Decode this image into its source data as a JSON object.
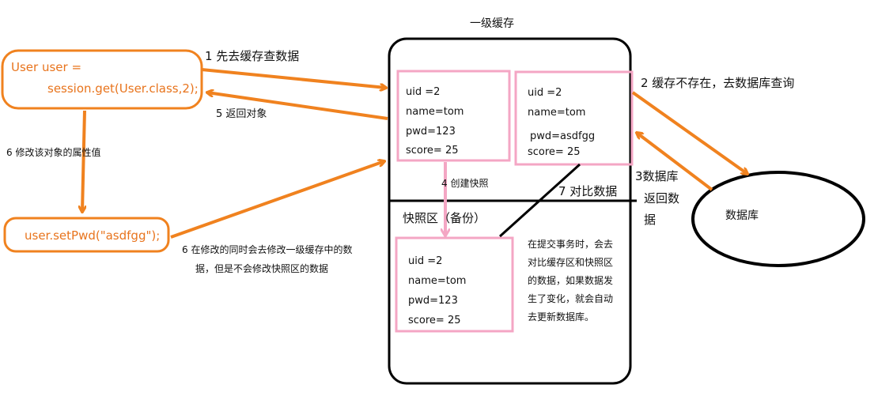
{
  "cache": {
    "title": "一级缓存",
    "snapshot_title": "快照区（备份）",
    "box_cache1": [
      "uid =2",
      "name=tom",
      "pwd=123",
      "score= 25"
    ],
    "box_cache2": [
      "uid =2",
      "name=tom",
      "pwd=asdfgg",
      "score= 25"
    ],
    "box_snapshot": [
      "uid =2",
      "name=tom",
      "pwd=123",
      "score= 25"
    ]
  },
  "code": {
    "line1": "User user =",
    "line2": "session.get(User.class,2);",
    "setpwd": "user.setPwd(\"asdfgg\");"
  },
  "database": {
    "label": "数据库"
  },
  "steps": {
    "s1": "1 先去缓存查数据",
    "s2": "2 缓存不存在，去数据库查询",
    "s3_line1": "3数据库",
    "s3_line2": "返回数",
    "s3_line3": "据",
    "s4": "4 创建快照",
    "s5": "5 返回对象",
    "s6a": "6 修改该对象的属性值",
    "s6b_line1": "6   在修改的同时会去修改一级缓存中的数",
    "s6b_line2": "据，但是不会修改快照区的数据",
    "s7": "7 对比数据"
  },
  "note": {
    "lines": [
      "在提交事务时，会去",
      "对比缓存区和快照区",
      "的数据，如果数据发",
      "生了变化，就会自动",
      "去更新数据库。"
    ]
  },
  "colors": {
    "orange": "#f0821f",
    "pink": "#f4a6c4",
    "black": "#000000"
  }
}
